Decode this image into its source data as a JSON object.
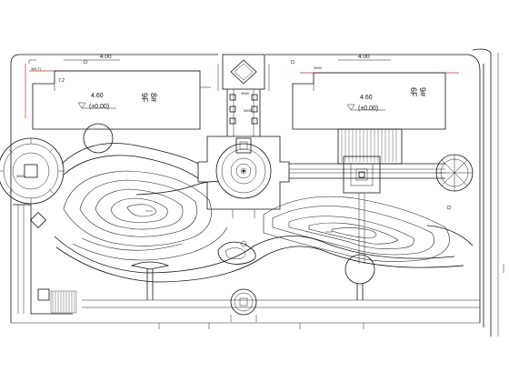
{
  "plan": {
    "top_dims": {
      "left": "4.00",
      "right": "4.00"
    },
    "left_building": {
      "elevation": "4.60",
      "relative_elevation": "(±0.00)",
      "label_number": "8#",
      "label_floors": "9F",
      "side_dim": "7.2"
    },
    "right_building": {
      "elevation": "4.60",
      "relative_elevation": "(±0.00)",
      "label_number": "9#",
      "label_floors": "6F"
    }
  }
}
